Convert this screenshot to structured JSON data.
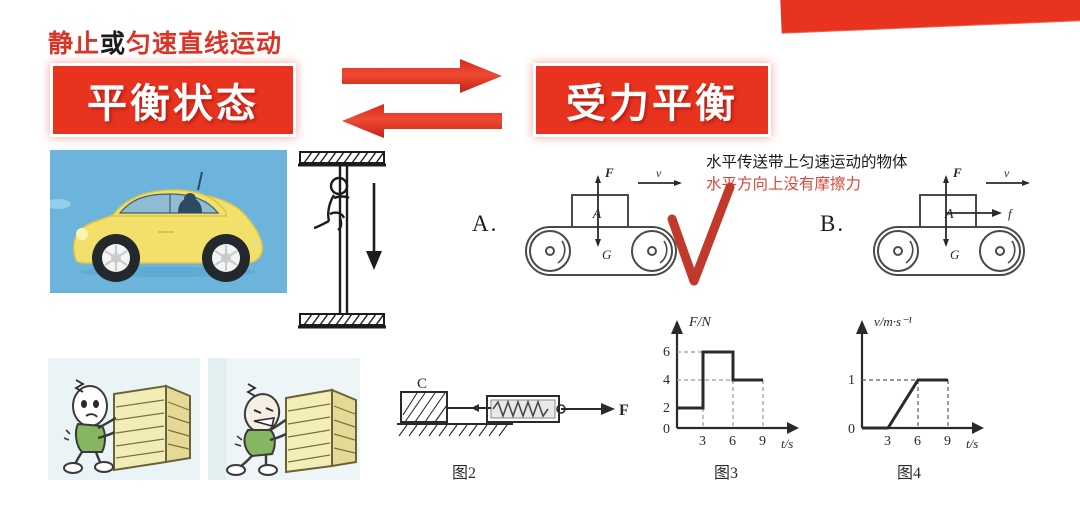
{
  "slide": {
    "headline": {
      "part1": "静止",
      "part2": "或",
      "part3": "匀速直线运动"
    },
    "plate_left_label": "平衡状态",
    "plate_right_label": "受力平衡",
    "accent_red": "#e8331f",
    "text_red": "#d93425"
  },
  "annotation": {
    "line1": "水平传送带上匀速运动的物体",
    "line2": "水平方向上没有摩擦力",
    "checkmark_glyph": "✓"
  },
  "options": {
    "a": {
      "letter": "A.",
      "block_label": "A",
      "force_up": "F",
      "force_down": "G",
      "velocity": "v"
    },
    "b": {
      "letter": "B.",
      "block_label": "A",
      "force_up": "F",
      "force_down": "G",
      "velocity": "v",
      "friction": "f"
    }
  },
  "fig2": {
    "caption": "图2",
    "block_label": "C",
    "force_label": "F"
  },
  "captions": {
    "fig3": "图3",
    "fig4": "图4"
  },
  "chart_data": [
    {
      "type": "line",
      "id": "fig3",
      "title": "图3",
      "ylabel": "F/N",
      "xlabel": "t/s",
      "origin_label": "0",
      "xticks": [
        3,
        6,
        9
      ],
      "yticks": [
        2,
        4,
        6
      ],
      "xlim": [
        0,
        11
      ],
      "ylim": [
        0,
        7.5
      ],
      "grid": "dashed-guides",
      "description": "Step function of force versus time",
      "x": [
        0,
        3,
        3,
        6,
        6,
        9
      ],
      "y": [
        2,
        2,
        6,
        6,
        4,
        4
      ],
      "segments": [
        {
          "t_start": 0,
          "t_end": 3,
          "F": 2
        },
        {
          "t_start": 3,
          "t_end": 6,
          "F": 6
        },
        {
          "t_start": 6,
          "t_end": 9,
          "F": 4
        }
      ]
    },
    {
      "type": "line",
      "id": "fig4",
      "title": "图4",
      "ylabel": "v/m·s⁻¹",
      "xlabel": "t/s",
      "origin_label": "0",
      "xticks": [
        3,
        6,
        9
      ],
      "yticks": [
        1
      ],
      "xlim": [
        0,
        11
      ],
      "ylim": [
        0,
        1.7
      ],
      "grid": "dashed-guides",
      "description": "Velocity versus time: rest, then uniform acceleration, then constant speed",
      "x": [
        0,
        3,
        6,
        9
      ],
      "y": [
        0,
        0,
        1,
        1
      ],
      "segments": [
        {
          "t_start": 0,
          "t_end": 3,
          "v_start": 0,
          "v_end": 0
        },
        {
          "t_start": 3,
          "t_end": 6,
          "v_start": 0,
          "v_end": 1
        },
        {
          "t_start": 6,
          "t_end": 9,
          "v_start": 1,
          "v_end": 1
        }
      ]
    }
  ]
}
